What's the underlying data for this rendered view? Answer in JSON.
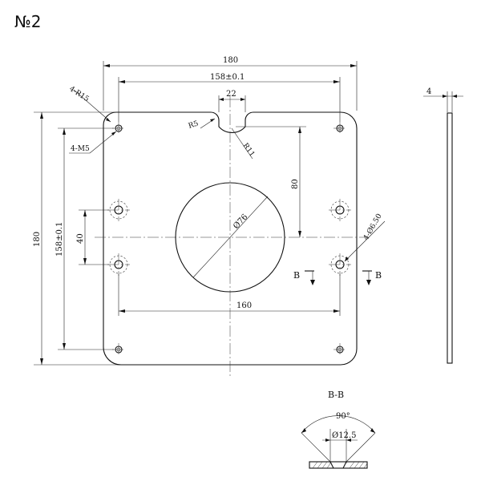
{
  "drawing": {
    "number": "№2",
    "dims": {
      "overall_width": "180",
      "hole_spacing_width": "158±0.1",
      "slot_width": "22",
      "thickness": "4",
      "overall_height": "180",
      "hole_spacing_height": "158±0.1",
      "mount_spacing_v": "40",
      "mount_spacing_h": "160",
      "center_offset": "80",
      "corner_radius": "4-R15",
      "thread": "4-M5",
      "slot_radius_small": "R5",
      "slot_radius_large": "R11",
      "center_hole": "Ø76",
      "countersink": "4-Ø6.50"
    },
    "section": {
      "marker": "B",
      "title": "B-B",
      "angle": "90°",
      "diameter": "Ø12.5"
    }
  }
}
